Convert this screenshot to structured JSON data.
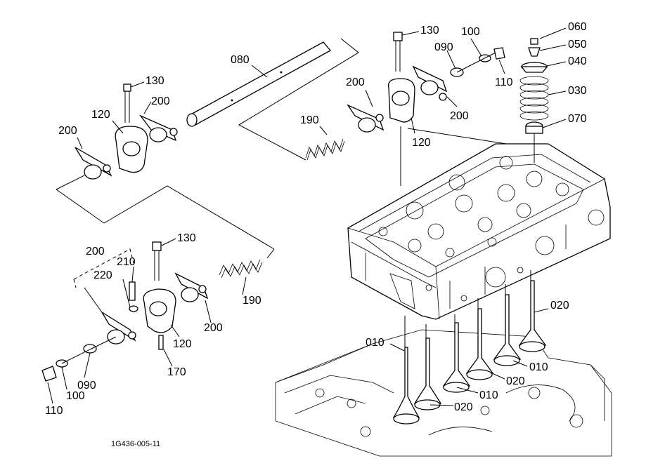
{
  "figure_code": "1G436-005-11",
  "callouts": {
    "c130a": "130",
    "c200a": "200",
    "c120a": "120",
    "c200b": "200",
    "c080": "080",
    "c190a": "190",
    "c200c": "200",
    "c130b": "130",
    "c100a": "100",
    "c090a": "090",
    "c110a": "110",
    "c200d": "200",
    "c120b": "120",
    "c060": "060",
    "c050": "050",
    "c040": "040",
    "c030": "030",
    "c070": "070",
    "c200e": "200",
    "c130c": "130",
    "c210": "210",
    "c220": "220",
    "c190b": "190",
    "c200f": "200",
    "c120c": "120",
    "c170": "170",
    "c090b": "090",
    "c100b": "100",
    "c110b": "110",
    "c020a": "020",
    "c010a": "010",
    "c010b": "010",
    "c020b": "020",
    "c010c": "010",
    "c020c": "020"
  }
}
